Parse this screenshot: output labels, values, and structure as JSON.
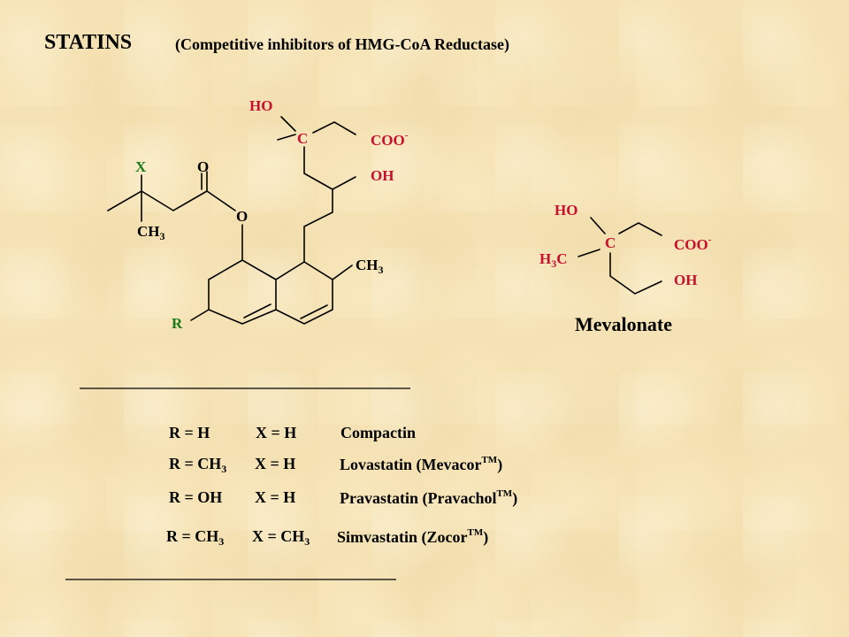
{
  "title": "STATINS",
  "subtitle": "(Competitive inhibitors of HMG-CoA Reductase)",
  "statin_structure": {
    "ho": "HO",
    "c": "C",
    "coo": "COO",
    "coo_charge": "-",
    "oh": "OH",
    "x": "X",
    "o_carbonyl": "O",
    "o_ester": "O",
    "ch3_side_main": "CH",
    "ch3_side_sub": "3",
    "ch3_ring_main": "CH",
    "ch3_ring_sub": "3",
    "r": "R"
  },
  "mevalonate": {
    "ho": "HO",
    "c": "C",
    "coo": "COO",
    "coo_charge": "-",
    "h3c_h": "H",
    "h3c_sub": "3",
    "h3c_c": "C",
    "oh": "OH",
    "name": "Mevalonate"
  },
  "table_rows": [
    {
      "r_main": "R = H",
      "r_sub": "",
      "x_main": "X = H",
      "x_sub": "",
      "name": "Compactin",
      "tm": ""
    },
    {
      "r_main": "R = CH",
      "r_sub": "3",
      "x_main": "X = H",
      "x_sub": "",
      "name": "Lovastatin (Mevacor",
      "tm": "TM",
      "close": ")"
    },
    {
      "r_main": "R = OH",
      "r_sub": "",
      "x_main": "X = H",
      "x_sub": "",
      "name": "Pravastatin (Pravachol",
      "tm": "TM",
      "close": ")"
    },
    {
      "r_main": "R = CH",
      "r_sub": "3",
      "x_main": "X = CH",
      "x_sub": "3",
      "name": "Simvastatin (Zocor",
      "tm": "TM",
      "close": ")"
    }
  ],
  "colors": {
    "background": "#f5e2b4",
    "accent_red": "#c8102e",
    "accent_green": "#1a7a1a",
    "ink": "#000000"
  }
}
